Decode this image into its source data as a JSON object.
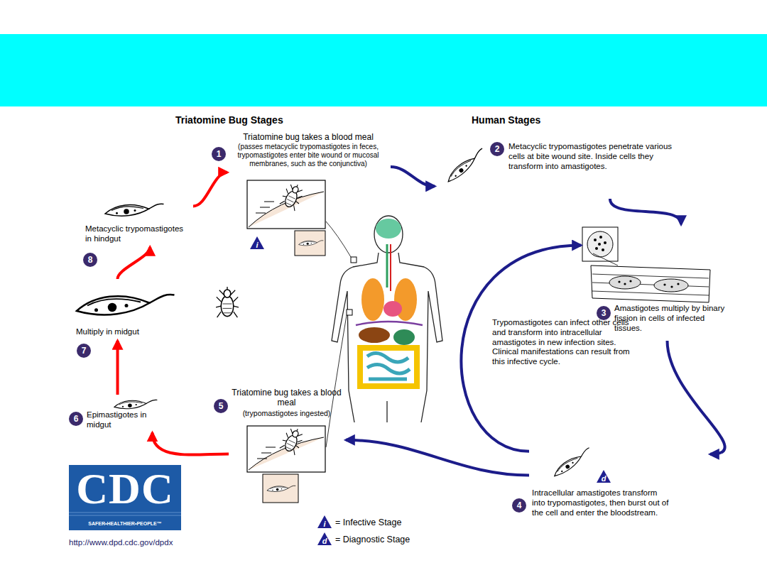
{
  "diagram": {
    "nodes": [
      {
        "text": [
          "Triatomine bug takes a blood meal",
          "(passes metacyclic trypomastigotes in feces, trypomastigotes enter bite wound or mucosal membranes, such as the conjunctiva)"
        ]
      },
      {
        "text": [
          "Metacyclic trypomastigotes penetrate various cells at bite wound site. Inside cells they transform into amastigotes."
        ]
      },
      {
        "text": [
          "Amastigotes multiply by binary fission in cells of infected tissues."
        ]
      },
      {
        "text": [
          "Intracellular amastigotes transform into trypomastigotes, then burst out of the cell and enter the bloodstream."
        ]
      },
      {
        "text": [
          "Trypomastigotes can infect other cells and transform into intracellular amastigotes in new infection sites. Clinical manifestations can result from this infective cycle."
        ]
      },
      {
        "text": [
          "Triatomine bug takes a blood meal",
          "(trypomastigotes ingested)"
        ]
      },
      {
        "text": [
          "Epimastigotes in midgut"
        ]
      },
      {
        "text": [
          "Multiply in midgut"
        ]
      },
      {
        "text": [
          "Metacyclic trypomastigotes in hindgut"
        ]
      }
    ],
    "edges": [
      {
        "from": 0,
        "to": 1,
        "arrow": "to"
      },
      {
        "from": 1,
        "to": 2,
        "arrow": "to"
      },
      {
        "from": 2,
        "to": 3,
        "arrow": "to"
      },
      {
        "from": 3,
        "to": 2,
        "arrow": "to"
      },
      {
        "from": 3,
        "to": 5,
        "arrow": "to"
      },
      {
        "from": 5,
        "to": 6,
        "arrow": "to"
      },
      {
        "from": 6,
        "to": 7,
        "arrow": "to"
      },
      {
        "from": 7,
        "to": 8,
        "arrow": "to"
      },
      {
        "from": 8,
        "to": 0,
        "arrow": "to"
      }
    ],
    "labels": [
      "Triatomine Bug Stages",
      "Human Stages",
      "1",
      "2",
      "3",
      "4",
      "5",
      "6",
      "7",
      "8",
      "i",
      "d",
      "i",
      "d",
      "CDC",
      "SAFER•HEALTHIER•PEOPLE™",
      "http://www.dpd.cdc.gov/dpdx"
    ],
    "legend": [
      {
        "text": "= Infective Stage"
      },
      {
        "text": "= Diagnostic Stage"
      }
    ]
  }
}
